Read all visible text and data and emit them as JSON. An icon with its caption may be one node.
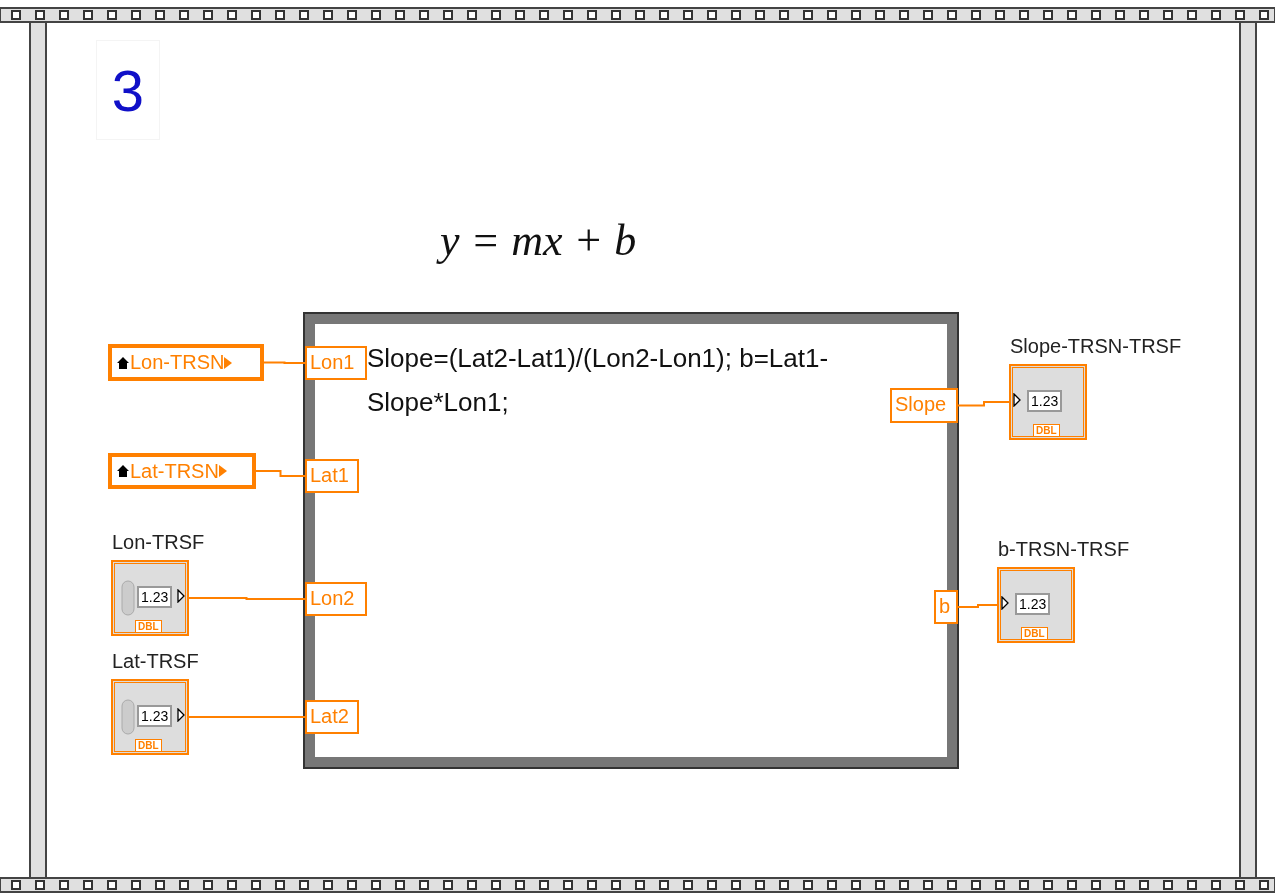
{
  "diagram": {
    "nodes": [
      {
        "text": [
          "Slope=(Lat2-Lat1)/(Lon2-Lon1); b=Lat1-Slope*Lon1;"
        ]
      },
      {
        "text": [
          "Lon1"
        ],
        "in": 0
      },
      {
        "text": [
          "Lat1"
        ],
        "in": 0
      },
      {
        "text": [
          "Lon2"
        ],
        "in": 0
      },
      {
        "text": [
          "Lat2"
        ],
        "in": 0
      },
      {
        "text": [
          "Slope"
        ],
        "in": 0
      },
      {
        "text": [
          "b"
        ],
        "in": 0
      },
      {
        "text": [
          "Lon-TRSN"
        ]
      },
      {
        "text": [
          "Lat-TRSN"
        ]
      },
      {
        "text": [
          "Lon-TRSF",
          "1.23",
          "DBL"
        ]
      },
      {
        "text": [
          "Lat-TRSF",
          "1.23",
          "DBL"
        ]
      },
      {
        "text": [
          "Slope-TRSN-TRSF",
          "1.23",
          "DBL"
        ]
      },
      {
        "text": [
          "b-TRSN-TRSF",
          "1.23",
          "DBL"
        ]
      }
    ],
    "edges": [
      {
        "from": 7,
        "to": 1,
        "arrow": "none"
      },
      {
        "from": 8,
        "to": 2,
        "arrow": "none"
      },
      {
        "from": 9,
        "to": 3,
        "arrow": "none"
      },
      {
        "from": 10,
        "to": 4,
        "arrow": "none"
      },
      {
        "from": 5,
        "to": 11,
        "arrow": "none"
      },
      {
        "from": 6,
        "to": 12,
        "arrow": "none"
      }
    ],
    "labels": [
      "3",
      "y = mx + b"
    ]
  }
}
